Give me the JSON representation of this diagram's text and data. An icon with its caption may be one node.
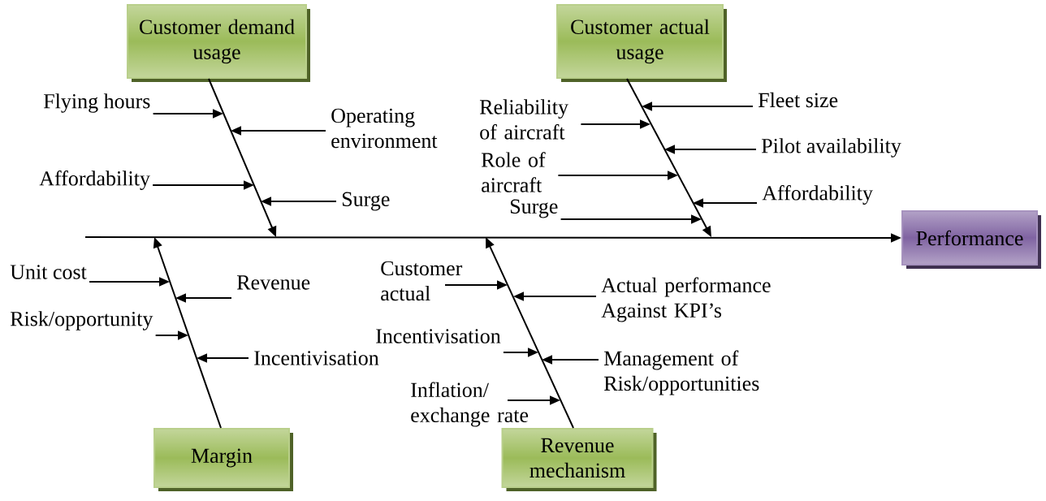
{
  "diagram": {
    "nodes": [
      {
        "text": [
          "Customer demand usage"
        ]
      },
      {
        "text": [
          "Flying hours"
        ]
      },
      {
        "text": [
          "Operating environment"
        ]
      },
      {
        "text": [
          "Affordability"
        ]
      },
      {
        "text": [
          "Surge"
        ]
      },
      {
        "text": [
          "Customer actual usage"
        ]
      },
      {
        "text": [
          "Reliability of aircraft"
        ]
      },
      {
        "text": [
          "Fleet size"
        ]
      },
      {
        "text": [
          "Pilot availability"
        ]
      },
      {
        "text": [
          "Role of aircraft"
        ]
      },
      {
        "text": [
          "Affordability"
        ]
      },
      {
        "text": [
          "Surge"
        ]
      },
      {
        "text": [
          "Performance"
        ]
      },
      {
        "text": [
          "Unit cost"
        ]
      },
      {
        "text": [
          "Revenue"
        ]
      },
      {
        "text": [
          "Risk/opportunity"
        ]
      },
      {
        "text": [
          "Incentivisation"
        ]
      },
      {
        "text": [
          "Margin"
        ]
      },
      {
        "text": [
          "Customer actual"
        ]
      },
      {
        "text": [
          "Actual performance Against KPI’s"
        ]
      },
      {
        "text": [
          "Incentivisation"
        ]
      },
      {
        "text": [
          "Management of Risk/opportunities"
        ]
      },
      {
        "text": [
          "Inflation/ exchange rate"
        ]
      },
      {
        "text": [
          "Revenue mechanism"
        ]
      }
    ],
    "edges": [
      {
        "from": null,
        "to": 12,
        "arrow": "to"
      },
      {
        "from": 0,
        "to": null,
        "arrow": "to"
      },
      {
        "from": 5,
        "to": null,
        "arrow": "to"
      },
      {
        "from": 17,
        "to": null,
        "arrow": "to"
      },
      {
        "from": 23,
        "to": null,
        "arrow": "to"
      },
      {
        "from": 1,
        "to": null,
        "arrow": "to"
      },
      {
        "from": 2,
        "to": null,
        "arrow": "to"
      },
      {
        "from": 3,
        "to": null,
        "arrow": "to"
      },
      {
        "from": 4,
        "to": null,
        "arrow": "to"
      },
      {
        "from": 6,
        "to": null,
        "arrow": "to"
      },
      {
        "from": 7,
        "to": null,
        "arrow": "to"
      },
      {
        "from": 8,
        "to": null,
        "arrow": "to"
      },
      {
        "from": 9,
        "to": null,
        "arrow": "to"
      },
      {
        "from": 10,
        "to": null,
        "arrow": "to"
      },
      {
        "from": 11,
        "to": null,
        "arrow": "to"
      },
      {
        "from": 13,
        "to": null,
        "arrow": "to"
      },
      {
        "from": 14,
        "to": null,
        "arrow": "to"
      },
      {
        "from": 15,
        "to": null,
        "arrow": "to"
      },
      {
        "from": 16,
        "to": null,
        "arrow": "to"
      },
      {
        "from": 18,
        "to": null,
        "arrow": "to"
      },
      {
        "from": 19,
        "to": null,
        "arrow": "to"
      },
      {
        "from": 20,
        "to": null,
        "arrow": "to"
      },
      {
        "from": 21,
        "to": null,
        "arrow": "to"
      },
      {
        "from": 22,
        "to": null,
        "arrow": "to"
      }
    ]
  }
}
